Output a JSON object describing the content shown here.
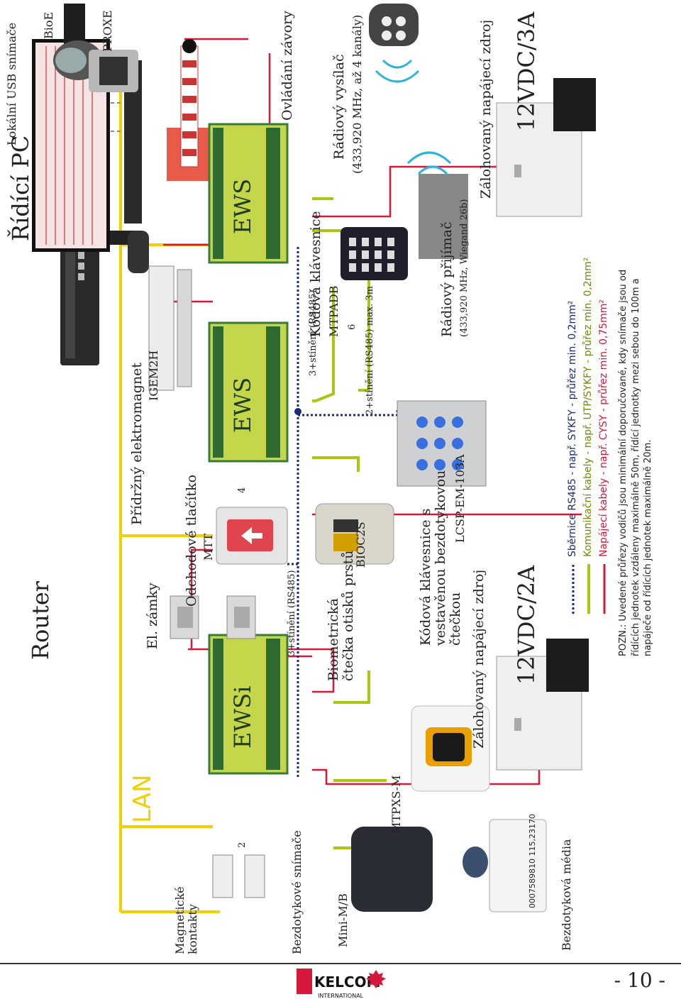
{
  "router": {
    "label": "Router"
  },
  "pc": {
    "label": "Řídící PC",
    "usb_label": "Lokální USB snímače",
    "bioe": "BioE",
    "proxe": "PROXE"
  },
  "lan": {
    "label": "LAN"
  },
  "locks": {
    "el_locks": "El. zámky",
    "exit_button": "Odchodové tlačítko",
    "exit_button_model": "MTT",
    "magnet": "Přídržný elektromagnet",
    "magnet_model": "IGEM2H",
    "barrier": "Ovládání závory"
  },
  "inputs": {
    "magnetic_contacts": "Magnetické kontakty",
    "proximity_readers": "Bezdotykové snímače",
    "mini": "Mini-M/B",
    "mtpxs": "MTPXS-M",
    "media": "Bezdotyková média"
  },
  "controllers": {
    "ewsi": "EWSi",
    "ews1": "EWS",
    "ews2": "EWS"
  },
  "devices": {
    "bio_reader": "Biometrická čtečka otisků prstů",
    "bio_model": "BIOC2S",
    "keypad_reader": "Kódová klávesnice s vestavěnou bezdotykovou čtečkou",
    "keypad_reader_model": "LCSP-EM-103A",
    "keypad": "Kódová klávesnice",
    "keypad_model": "MTPADB",
    "receiver": "Rádiový přijímač",
    "receiver_detail": "(433,920 MHz, Wiegand 26b)",
    "transmitter": "Rádiový vysílač",
    "transmitter_detail": "(433,920 MHz, až 4 kanály)",
    "psu1_title": "Zálohovaný napájecí zdroj",
    "psu1_model": "12VDC/2A",
    "psu2_title": "Zálohovaný napájecí zdroj",
    "psu2_model": "12VDC/3A"
  },
  "wire_labels": {
    "bus1": "3+stínění (RS485)",
    "bus2": "3+stínění (RS485)",
    "bus3": "2+stínění (RS485) max. 3m",
    "n2": "2",
    "n4": "4",
    "n6": "6"
  },
  "legend": {
    "bus": "Sběrnice RS485 - např. SYKFY - průřez min. 0,2mm²",
    "comm": "Komunikační kabely - např. UTP/SYKFY - průřez min. 0,2mm²",
    "power": "Napájecí kabely - např. CYSY - průřez min. 0,75mm²"
  },
  "note": "POZN.: Uvedené průřezy vodičů jsou minimální doporučované, kdy snímače jsou od řídících jednotek vzdáleny maximálně 50m, řídící jednotky mezi sebou do 100m a napáječe od řídících jednotek maximálně 20m.",
  "card_number": "0007589810 115,23170",
  "footer": {
    "brand": "KELCOM",
    "brand_sub": "INTERNATIONAL",
    "page": "- 10 -"
  },
  "colors": {
    "lan": "#f2d000",
    "comm": "#a8c814",
    "power": "#d6183a",
    "bus": "#1a2a7a",
    "board": "#c6d64a"
  }
}
